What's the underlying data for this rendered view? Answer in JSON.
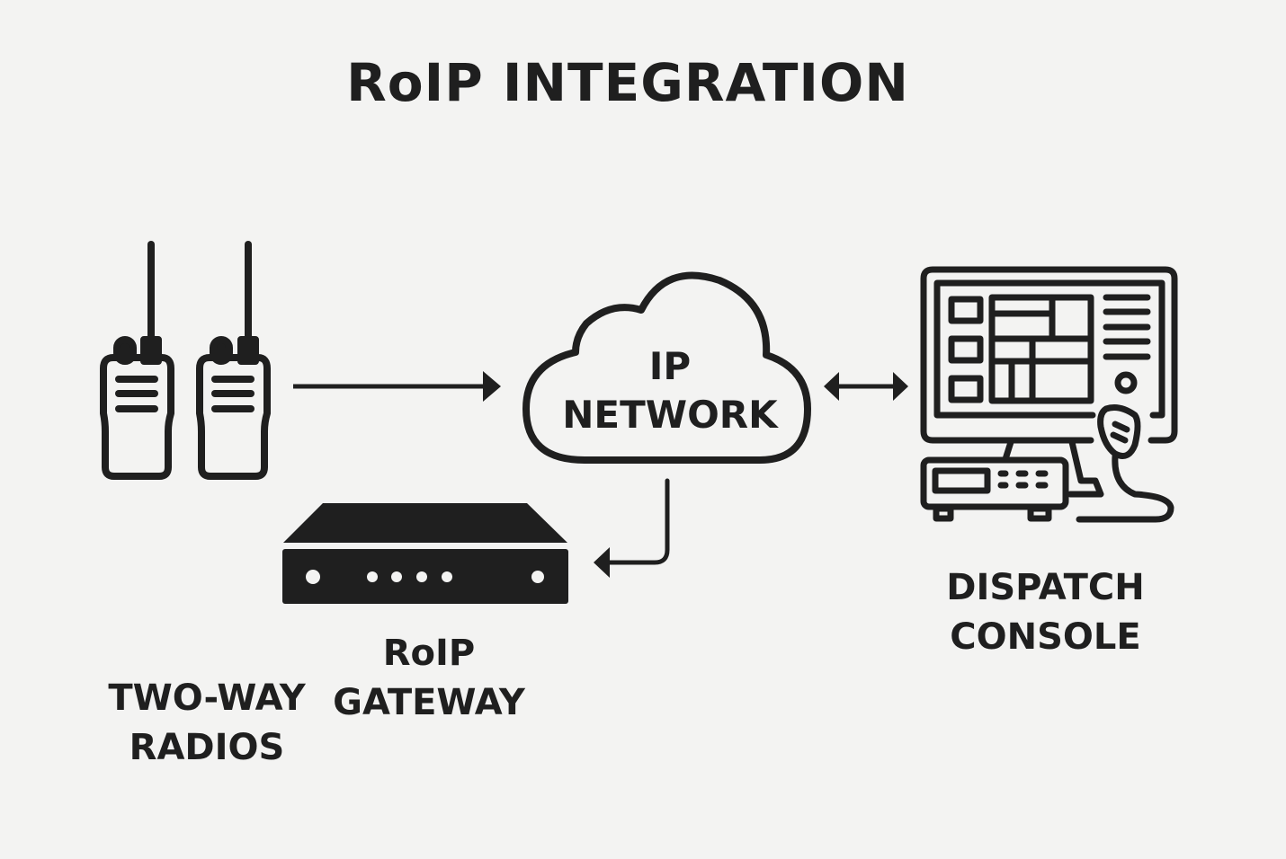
{
  "title": "RoIP INTEGRATION",
  "nodes": {
    "radios": {
      "label_line1": "TWO-WAY",
      "label_line2": "RADIOS",
      "icon": "walkie-talkie-icon"
    },
    "gateway": {
      "label_line1": "RoIP",
      "label_line2": "GATEWAY",
      "icon": "gateway-device-icon"
    },
    "network": {
      "label_line1": "IP",
      "label_line2": "NETWORK",
      "icon": "cloud-icon"
    },
    "console": {
      "label_line1": "DISPATCH",
      "label_line2": "CONSOLE",
      "icon": "dispatch-console-icon"
    }
  },
  "connections": [
    {
      "from": "radios",
      "to": "network",
      "direction": "one-way"
    },
    {
      "from": "network",
      "to": "console",
      "direction": "two-way"
    },
    {
      "from": "network",
      "to": "gateway",
      "direction": "one-way"
    }
  ],
  "colors": {
    "background": "#f3f3f2",
    "ink": "#1f1f1f"
  }
}
